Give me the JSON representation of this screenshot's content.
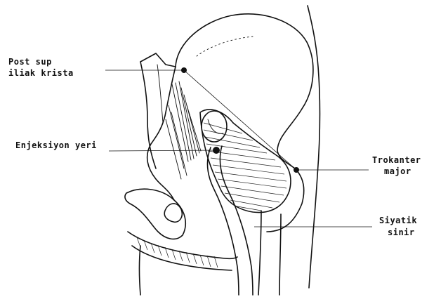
{
  "labels": {
    "post_sup_line1": "Post sup",
    "post_sup_line2": "iliak krista",
    "injection_site": "Enjeksiyon yeri",
    "trochanter_line1": "Trokanter",
    "trochanter_line2": "major",
    "sciatic_line1": "Siyatik",
    "sciatic_line2": "sinir"
  },
  "ink_color": "#111111"
}
